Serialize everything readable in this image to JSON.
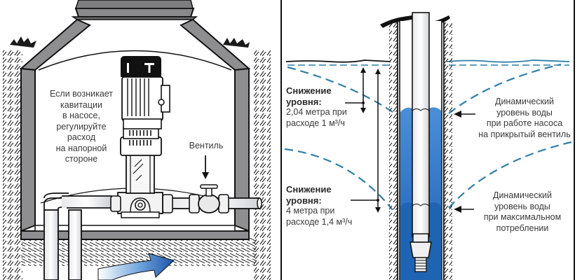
{
  "left_panel": {
    "title": "Pump chamber (caisson) with surface pump",
    "note_lines": [
      "Если возникает",
      "кавитации",
      "в насосе,",
      "регулируйте",
      "расход",
      "на напорной",
      "стороне"
    ],
    "valve_label": "Вентиль"
  },
  "right_panel": {
    "title": "Borehole drawdown levels",
    "drawdown_1": {
      "heading_1": "Снижение",
      "heading_2": "уровня:",
      "line_1": "2,04 метра при",
      "line_2": "расходе 1 м³/ч"
    },
    "drawdown_2": {
      "heading_1": "Снижение",
      "heading_2": "уровня:",
      "line_1": "4 метра при",
      "line_2": "расходе 1,4 м³/ч"
    },
    "dynamic_level_1": [
      "Динамический",
      "уровень воды",
      "при работе насоса",
      "на прикрытый вентиль"
    ],
    "dynamic_level_2": [
      "Динамический",
      "уровень воды",
      "при максимальном",
      "потреблении"
    ]
  },
  "colors": {
    "concrete": "#8e8e90",
    "concrete_dark": "#6c6c6e",
    "water_blue": "#1f63b3",
    "water_light": "#7fb0e0",
    "dash_blue": "#2f7fa8",
    "ink": "#1a1a1a"
  }
}
